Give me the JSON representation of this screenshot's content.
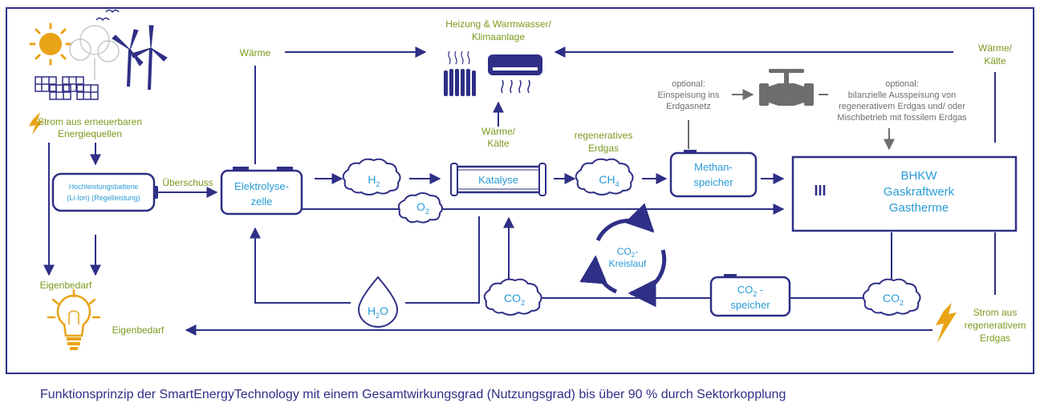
{
  "labels": {
    "heating_title": [
      "Heizung & Warmwasser/",
      "Klimaanlage"
    ],
    "waerme_top": "Wärme",
    "waerme_kaelte_right": [
      "Wärme/",
      "Kälte"
    ],
    "strom_erneuerbar": [
      "Strom aus erneuerbaren",
      "Energiequellen"
    ],
    "battery": [
      "Hochleistungsbatterie",
      "(Li-Ion) (Regelleistung)"
    ],
    "ueberschuss": "Überschuss",
    "elektrolyse": [
      "Elektrolyse-",
      "zelle"
    ],
    "h2": "H",
    "h2_sub": "2",
    "o2": "O",
    "o2_sub": "2",
    "katalyse": "Katalyse",
    "waerme_kaelte_mid": [
      "Wärme/",
      "Kälte"
    ],
    "regeneratives_erdgas": [
      "regeneratives",
      "Erdgas"
    ],
    "ch4": "CH",
    "ch4_sub": "4",
    "methan": [
      "Methan-",
      "speicher"
    ],
    "optional_left": [
      "optional:",
      "Einspeisung ins",
      "Erdgasnetz"
    ],
    "optional_right": [
      "optional:",
      "bilanzielle Ausspeisung von",
      "regenerativem Erdgas und/ oder",
      "Mischbetrieb mit fossilem Erdgas"
    ],
    "bhkw": [
      "BHKW",
      "Gaskraftwerk",
      "Gastherme"
    ],
    "bhkw_mark": "III",
    "co2_kreislauf": [
      "CO",
      "2",
      "-",
      "Kreislauf"
    ],
    "co2_speicher": [
      "CO",
      "2",
      " -",
      "speicher"
    ],
    "co2": "CO",
    "co2_sub": "2",
    "h2o": "H",
    "h2o_sub": "2",
    "h2o_end": "O",
    "eigenbedarf_left": "Eigenbedarf",
    "eigenbedarf_bottom": "Eigenbedarf",
    "strom_regenerativ": [
      "Strom aus",
      "regenerativem",
      "Erdgas"
    ],
    "caption": "Funktionsprinzip der SmartEnergyTechnology mit einem Gesamtwirkungsgrad (Nutzungsgrad) bis über 90 % durch Sektorkopplung"
  },
  "colors": {
    "navy": "#2e2f86",
    "olive": "#7a9a1e",
    "cyan": "#2a9bd6",
    "gray": "#6e6e6e",
    "sun": "#e8a317"
  },
  "icons": [
    "sun-icon",
    "wind-turbine-icon",
    "solar-panel-icon",
    "tree-icon",
    "lightning-icon",
    "radiator-icon",
    "air-conditioner-icon",
    "gas-valve-icon",
    "light-bulb-icon",
    "cloud-icon",
    "water-drop-icon",
    "cycle-arrows-icon"
  ]
}
